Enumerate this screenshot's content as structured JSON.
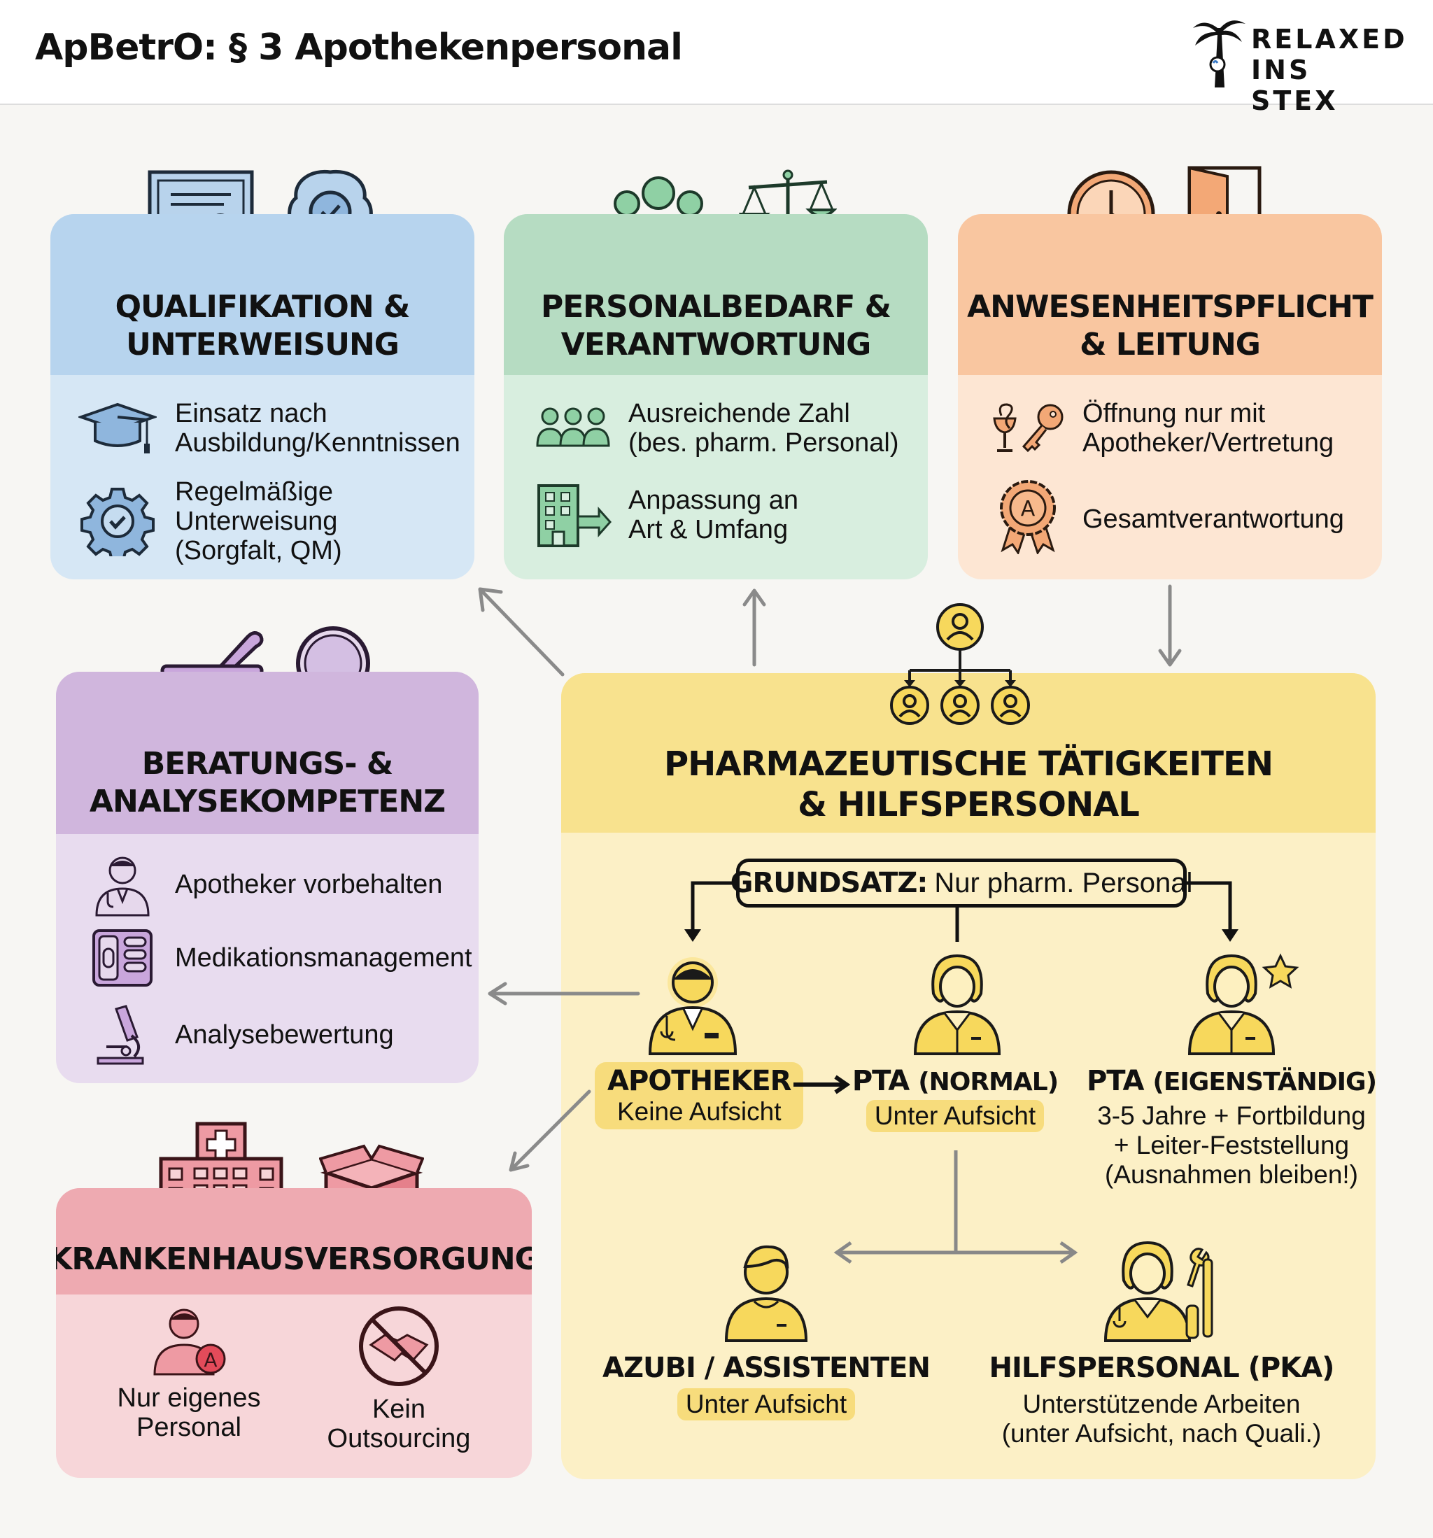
{
  "header": {
    "title": "ApBetrO: § 3 Apothekenpersonal",
    "logo": {
      "line1": "RELAXED",
      "line2": "INS STEX",
      "icon": "palm-tree-logo-icon"
    }
  },
  "colors": {
    "blue": "#cfe2f3",
    "blue_head": "#a9cbe9",
    "green": "#d5ecdc",
    "green_head": "#b5dcc1",
    "orange": "#fce2cd",
    "orange_head": "#f8c49c",
    "purple": "#e6d8ec",
    "purple_head": "#cfb4dc",
    "red": "#f6d3d6",
    "red_head": "#eea7ae",
    "yellow": "#fbefc4",
    "yellow_head": "#f7e08a",
    "arrow": "#888888"
  },
  "cards": {
    "qualifikation": {
      "title_line1": "QUALIFIKATION &",
      "title_line2": "UNTERWEISUNG",
      "top_icons": [
        "certificate-icon",
        "brain-gear-icon"
      ],
      "items": [
        {
          "icon": "graduation-cap-icon",
          "line1": "Einsatz nach",
          "line2": "Ausbildung/Kenntnissen",
          "line3": ""
        },
        {
          "icon": "gear-check-icon",
          "line1": "Regelmäßige",
          "line2": "Unterweisung",
          "line3": "(Sorgfalt, QM)"
        }
      ]
    },
    "personalbedarf": {
      "title_line1": "PERSONALBEDARF &",
      "title_line2": "VERANTWORTUNG",
      "top_icons": [
        "team-icon",
        "scales-icon"
      ],
      "items": [
        {
          "icon": "people-group-icon",
          "line1": "Ausreichende Zahl",
          "line2": "(bes. pharm. Personal)"
        },
        {
          "icon": "building-arrow-icon",
          "line1": "Anpassung an",
          "line2": "Art & Umfang"
        }
      ]
    },
    "anwesenheit": {
      "title_line1": "ANWESENHEITSPFLICHT",
      "title_line2": "& LEITUNG",
      "top_icons": [
        "clock-icon",
        "door-icon"
      ],
      "items": [
        {
          "icon": "pharmacy-key-icon",
          "line1": "Öffnung nur mit",
          "line2": "Apotheker/Vertretung"
        },
        {
          "icon": "award-badge-icon",
          "line1": "Gesamtverantwortung",
          "line2": ""
        }
      ]
    },
    "beratung": {
      "title_line1": "BERATUNGS- &",
      "title_line2": "ANALYSEKOMPETENZ",
      "top_icons": [
        "mortar-pestle-icon",
        "magnifier-icon"
      ],
      "items": [
        {
          "icon": "pharmacist-icon",
          "label": "Apotheker vorbehalten"
        },
        {
          "icon": "pill-box-icon",
          "label": "Medikationsmanagement"
        },
        {
          "icon": "microscope-icon",
          "label": "Analysebewertung"
        }
      ]
    },
    "krankenhaus": {
      "title": "KRANKENHAUSVERSORGUNG",
      "top_icons": [
        "hospital-icon",
        "package-icon"
      ],
      "items": [
        {
          "icon": "own-staff-icon",
          "line1": "Nur eigenes",
          "line2": "Personal"
        },
        {
          "icon": "no-handshake-icon",
          "line1": "Kein",
          "line2": "Outsourcing"
        }
      ]
    },
    "pharma": {
      "title_line1": "PHARMAZEUTISCHE TÄTIGKEITEN",
      "title_line2": "& HILFSPERSONAL",
      "top_icon": "hierarchy-icon",
      "grundsatz_label": "GRUNDSATZ:",
      "grundsatz_text": "Nur pharm. Personal",
      "roles": {
        "apotheker": {
          "label": "APOTHEKER",
          "sub": "Keine Aufsicht"
        },
        "pta_normal": {
          "label": "PTA",
          "label_paren": "(NORMAL)",
          "sub": "Unter Aufsicht"
        },
        "pta_eigen": {
          "label": "PTA",
          "label_paren": "(EIGENSTÄNDIG)",
          "sub1": "3-5 Jahre + Fortbildung",
          "sub2": "+ Leiter-Feststellung",
          "sub3": "(Ausnahmen bleiben!)"
        },
        "azubi": {
          "label": "AZUBI / ASSISTENTEN",
          "sub": "Unter Aufsicht"
        },
        "pka": {
          "label": "HILFSPERSONAL (PKA)",
          "sub1": "Unterstützende Arbeiten",
          "sub2": "(unter Aufsicht, nach Quali.)"
        }
      }
    }
  }
}
